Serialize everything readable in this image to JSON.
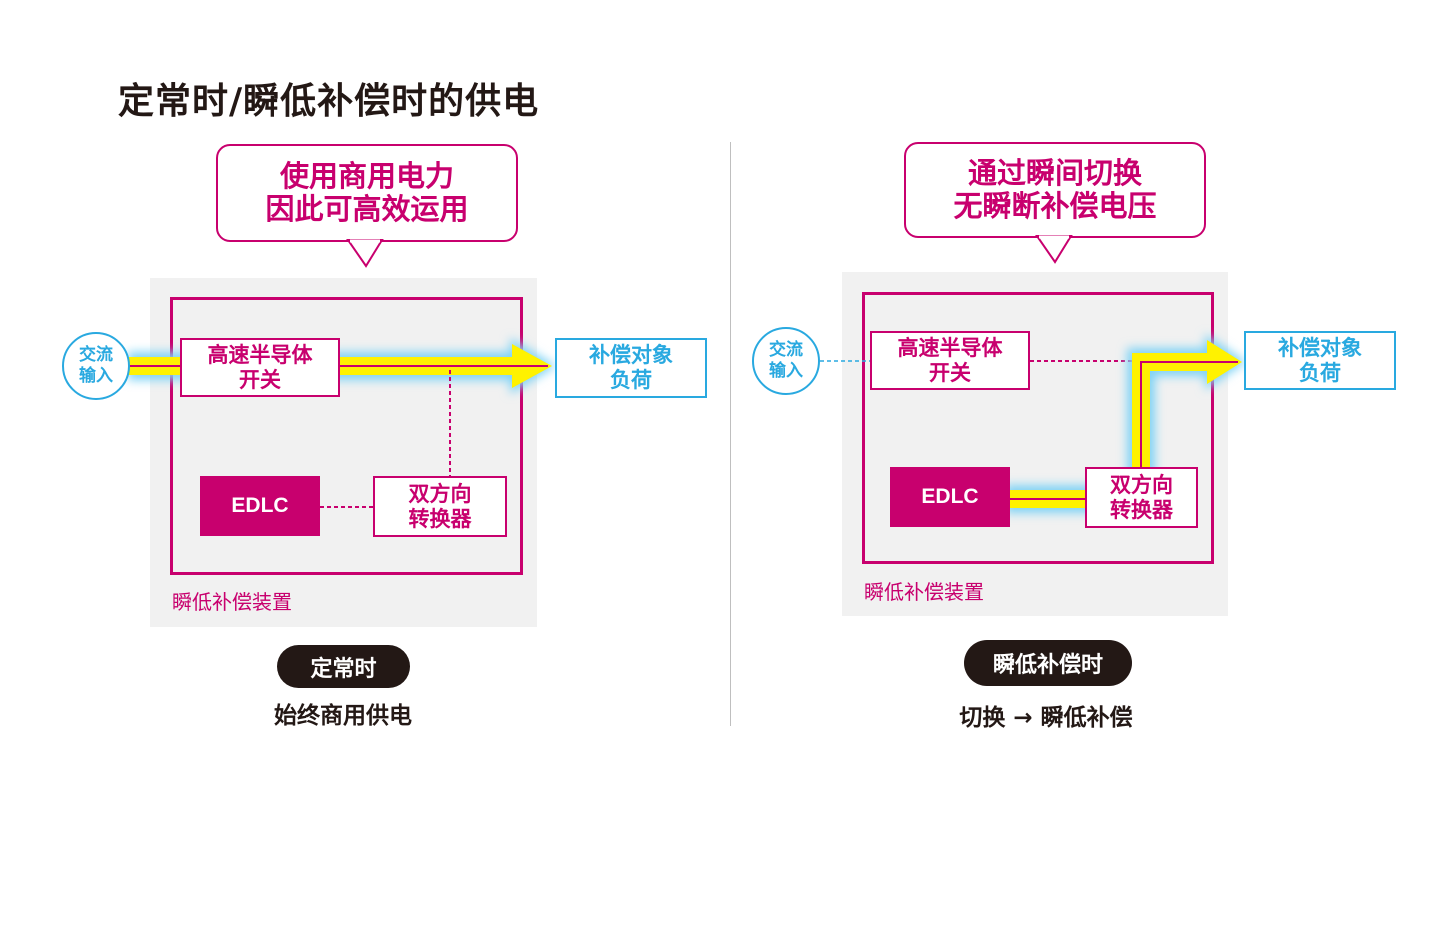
{
  "page_title": "定常时/瞬低补偿时的供电",
  "left": {
    "bubble": [
      "使用商用电力",
      "因此可高效运用"
    ],
    "ac_input": [
      "交流",
      "输入"
    ],
    "switch": [
      "高速半导体",
      "开关"
    ],
    "edlc": "EDLC",
    "converter": [
      "双方向",
      "转换器"
    ],
    "load": [
      "补偿对象",
      "负荷"
    ],
    "device_label": "瞬低补偿装置",
    "mode_pill": "定常时",
    "caption": "始终商用供电"
  },
  "right": {
    "bubble": [
      "通过瞬间切换",
      "无瞬断补偿电压"
    ],
    "ac_input": [
      "交流",
      "输入"
    ],
    "switch": [
      "高速半导体",
      "开关"
    ],
    "edlc": "EDLC",
    "converter": [
      "双方向",
      "转换器"
    ],
    "load": [
      "补偿对象",
      "负荷"
    ],
    "device_label": "瞬低补偿装置",
    "mode_pill": "瞬低补偿时",
    "caption": "切换 → 瞬低补偿"
  },
  "colors": {
    "accent_magenta": "#c8006e",
    "ac_blue": "#29a9e0",
    "flow_yellow": "#fff200",
    "flow_glow": "#7fd3f5",
    "dark": "#231815"
  }
}
